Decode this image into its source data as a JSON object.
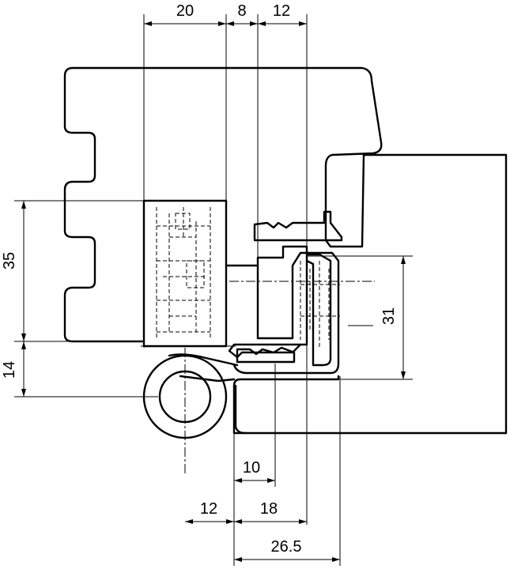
{
  "dimensions": {
    "top_20": "20",
    "top_8": "8",
    "top_12": "12",
    "left_35": "35",
    "left_14": "14",
    "right_31": "31",
    "bottom_10": "10",
    "bottom_12": "12",
    "bottom_18": "18",
    "bottom_26_5": "26.5"
  }
}
